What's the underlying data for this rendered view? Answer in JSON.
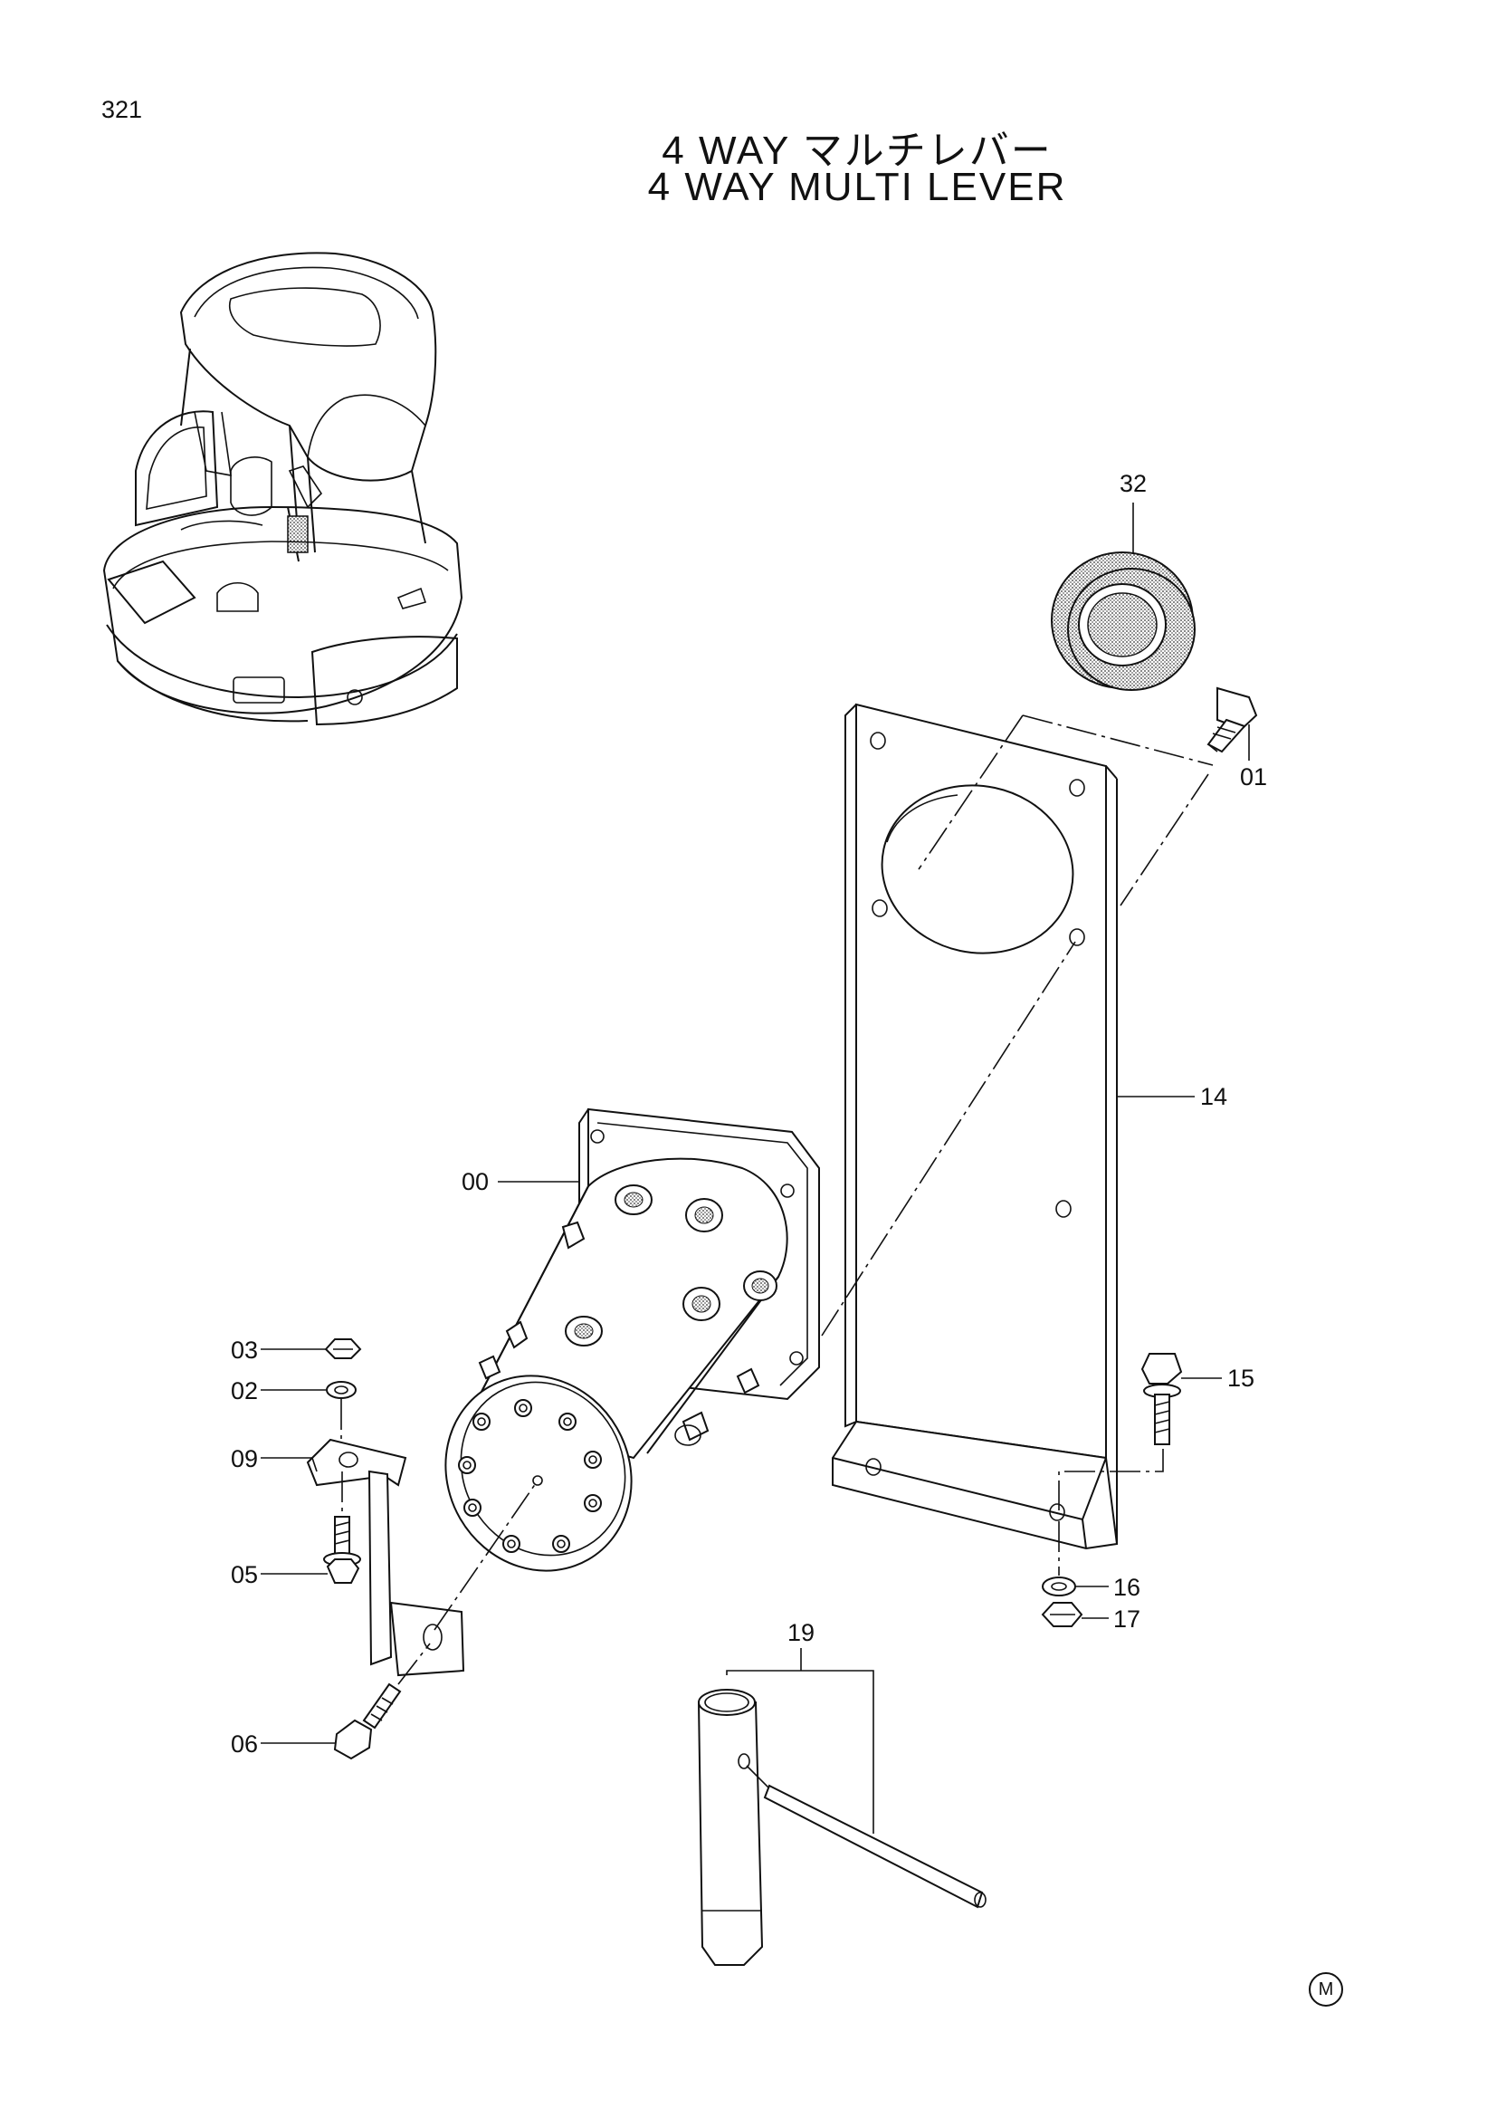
{
  "page_number": "321",
  "title_ja": "4 WAY マルチレバー",
  "title_en": "4 WAY  MULTI  LEVER",
  "corner_mark": "M",
  "callouts": {
    "c00": "00",
    "c01": "01",
    "c02": "02",
    "c03": "03",
    "c05": "05",
    "c06": "06",
    "c09": "09",
    "c14": "14",
    "c15": "15",
    "c16": "16",
    "c17": "17",
    "c19": "19",
    "c32": "32"
  }
}
